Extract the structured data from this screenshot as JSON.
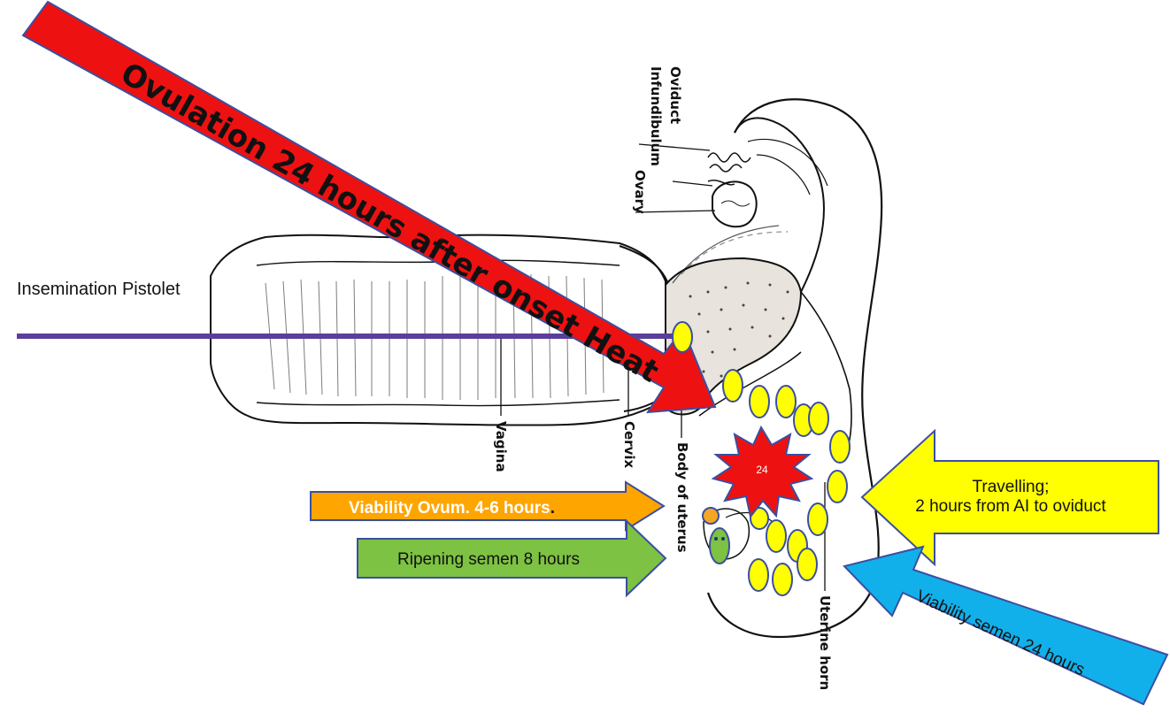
{
  "anatomy_labels": {
    "oviduct": "Oviduct",
    "infundibulum": "Infundibulum",
    "ovary": "Ovary",
    "vagina": "Vagina",
    "cervix": "Cervix",
    "body_of_uterus": "Body of uterus",
    "uterine_horn": "Uterine horn"
  },
  "pistolet_label": "Insemination Pistolet",
  "ovulation_label": "Ovulation 24 hours after onset Heat",
  "starburst_label": "24",
  "arrows": {
    "viability_ovum": "Viability Ovum. 4-6 hours",
    "viability_ovum_suffix": ".",
    "ripening_semen": "Ripening semen 8 hours",
    "travelling_line1": "Travelling;",
    "travelling_line2": "2 hours from AI to oviduct",
    "viability_semen": "Viability semen  24 hours"
  },
  "colors": {
    "red_arrow": "#ee1111",
    "orange_arrow": "#ffa500",
    "green_arrow": "#7dc242",
    "yellow_arrow": "#ffff00",
    "blue_arrow": "#12b0ea",
    "pistolet_line": "#5a3f9a",
    "semen_yellow": "#ffff00",
    "ovum_orange": "#f5a623",
    "embryo_green": "#7dc242"
  },
  "icons": {
    "semen_cell": "yellow-ellipse",
    "ovum": "orange-circle",
    "embryo": "green-ellipse-with-eyes",
    "starburst": "red-starburst"
  }
}
